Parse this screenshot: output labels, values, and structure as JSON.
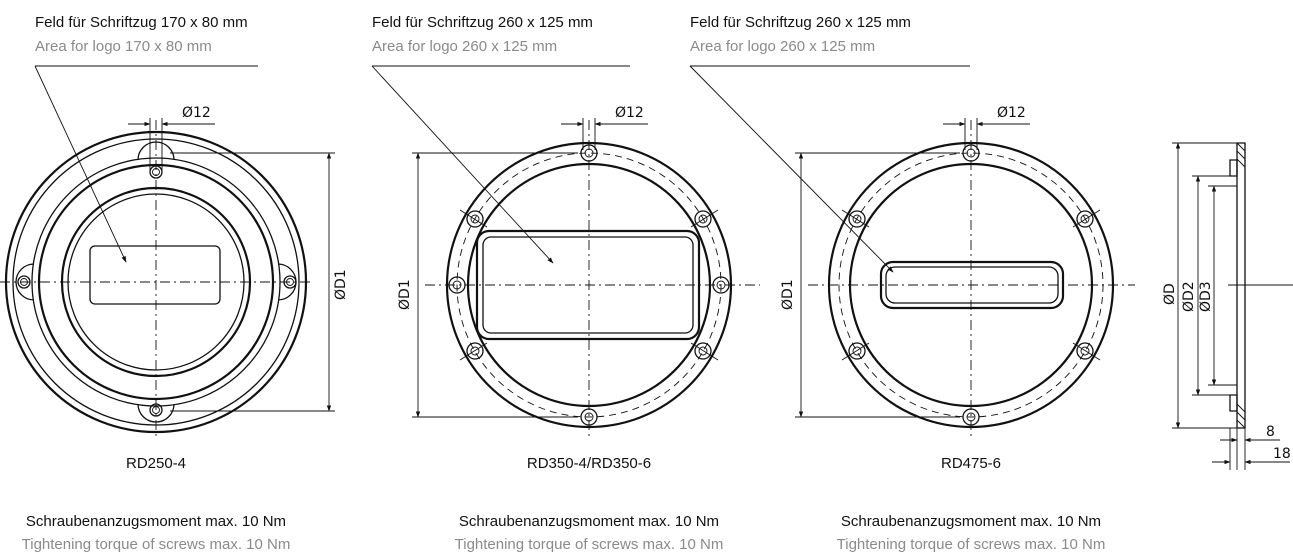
{
  "drawings": [
    {
      "id": "rd250",
      "label_de": "Feld für Schriftzug 170 x 80 mm",
      "label_en": "Area for logo 170 x 80 mm",
      "hole_dim": "Ø12",
      "diameter_dim": "ØD1",
      "model": "RD250-4",
      "torque_de": "Schraubenanzugsmoment max. 10 Nm",
      "torque_en": "Tightening torque of screws max. 10 Nm"
    },
    {
      "id": "rd350",
      "label_de": "Feld für Schriftzug 260 x 125 mm",
      "label_en": "Area for logo 260 x 125 mm",
      "hole_dim": "Ø12",
      "diameter_dim": "ØD1",
      "model": "RD350-4/RD350-6",
      "torque_de": "Schraubenanzugsmoment max. 10 Nm",
      "torque_en": "Tightening torque of screws max. 10 Nm"
    },
    {
      "id": "rd475",
      "label_de": "Feld für Schriftzug 260 x 125 mm",
      "label_en": "Area for logo 260 x 125 mm",
      "hole_dim": "Ø12",
      "diameter_dim": "ØD1",
      "model": "RD475-6",
      "torque_de": "Schraubenanzugsmoment max. 10 Nm",
      "torque_en": "Tightening torque of screws max. 10 Nm"
    }
  ],
  "side_view": {
    "dim_d": "ØD",
    "dim_d2": "ØD2",
    "dim_d3": "ØD3",
    "dim_8": "8",
    "dim_18": "18"
  }
}
